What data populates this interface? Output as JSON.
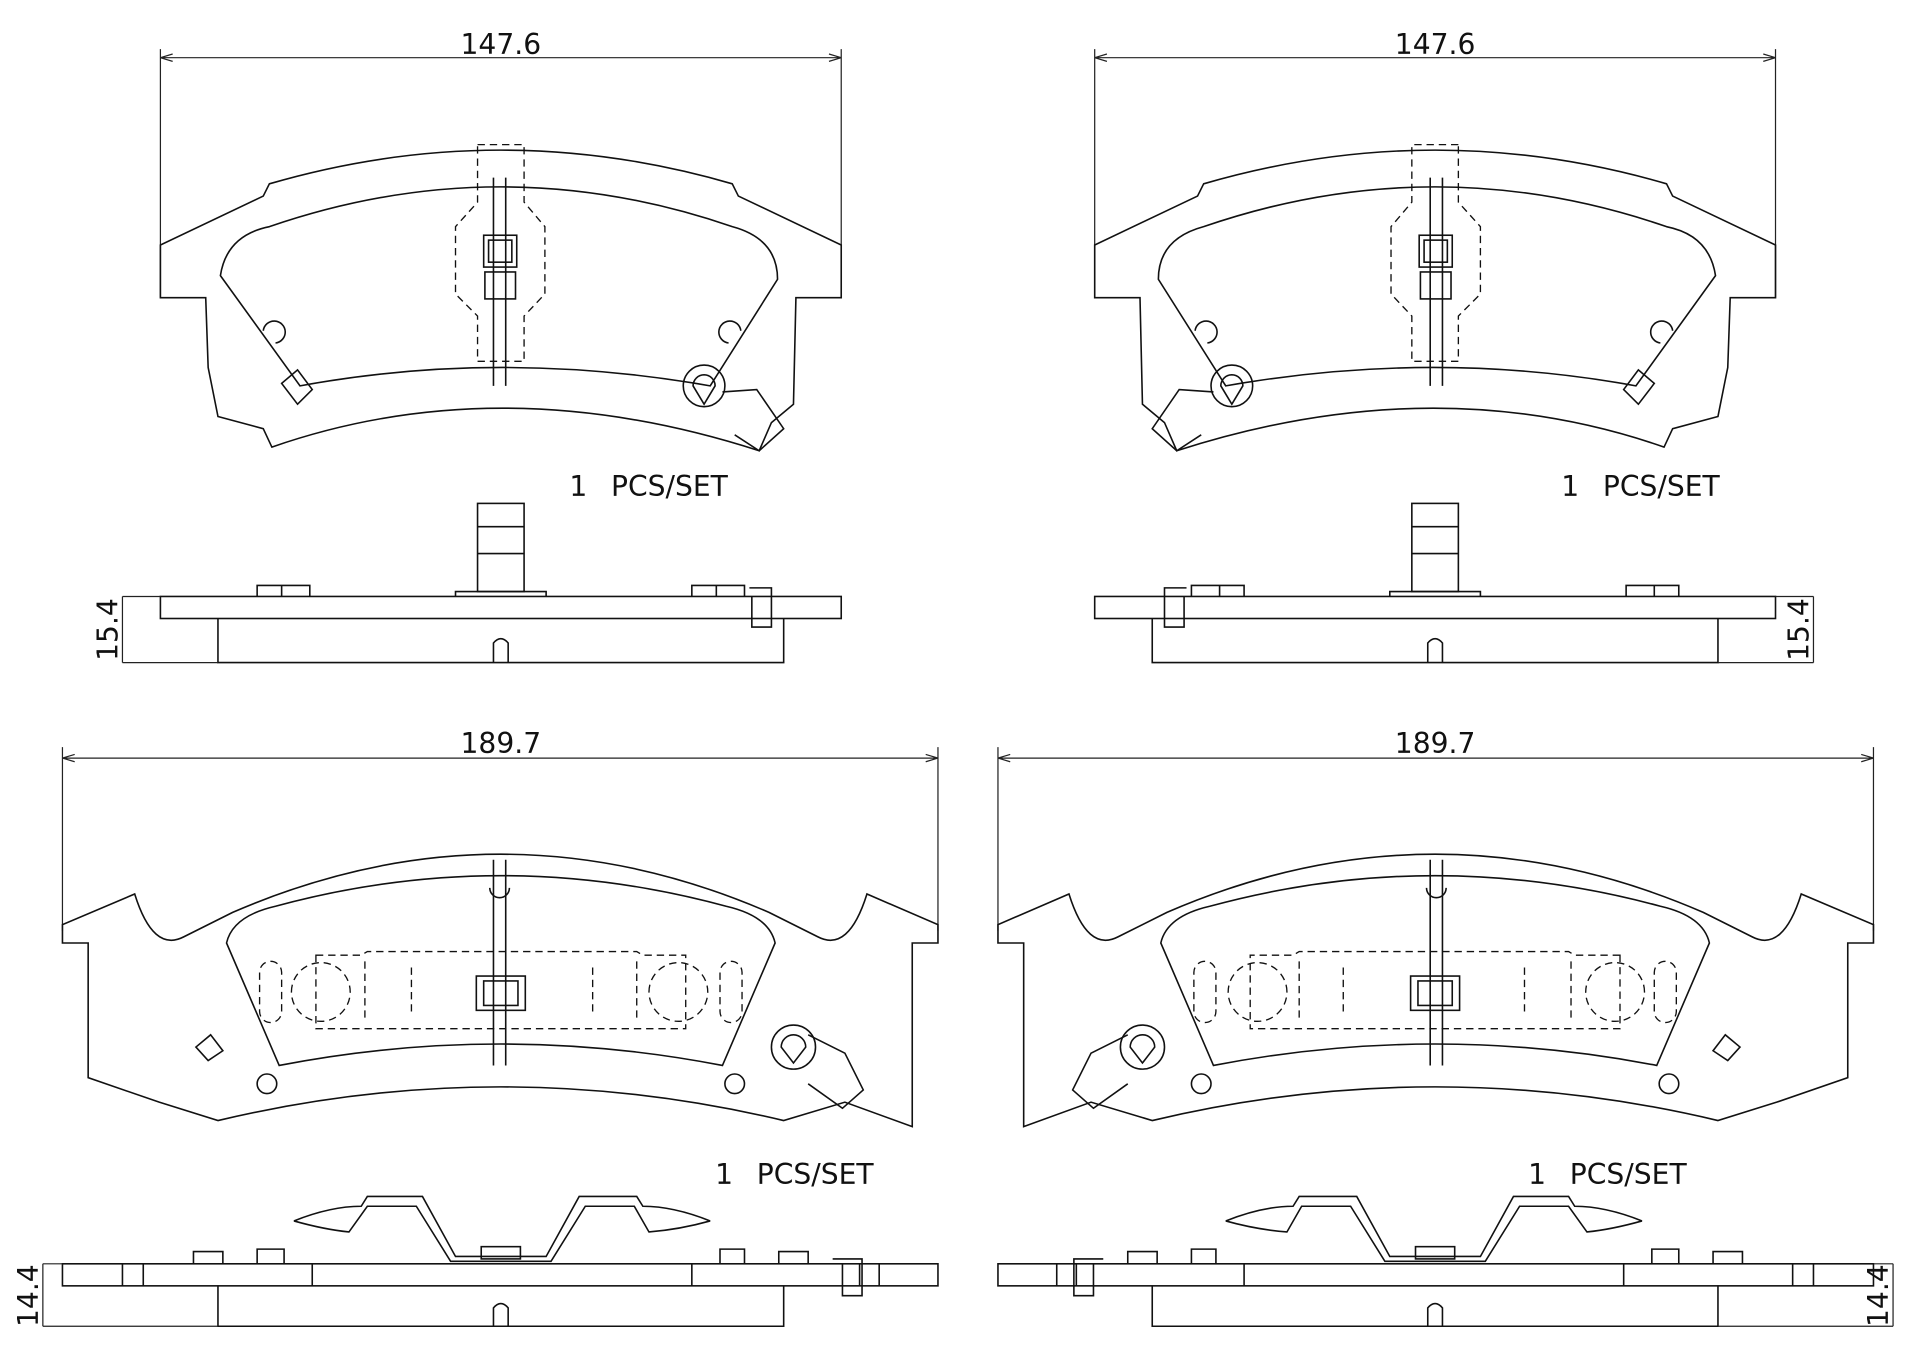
{
  "drawings": {
    "top_left": {
      "width_dim": "147.6",
      "thickness_dim": "15.4",
      "qty": "1",
      "qty_unit": "PCS/SET"
    },
    "top_right": {
      "width_dim": "147.6",
      "thickness_dim": "15.4",
      "qty": "1",
      "qty_unit": "PCS/SET"
    },
    "bottom_left": {
      "width_dim": "189.7",
      "thickness_dim": "14.4",
      "qty": "1",
      "qty_unit": "PCS/SET"
    },
    "bottom_right": {
      "width_dim": "189.7",
      "thickness_dim": "14.4",
      "qty": "1",
      "qty_unit": "PCS/SET"
    }
  }
}
